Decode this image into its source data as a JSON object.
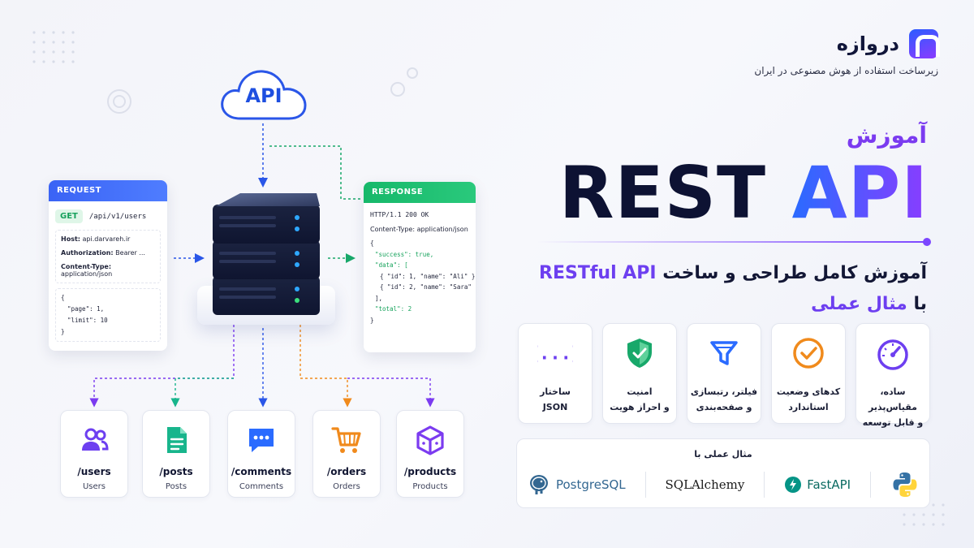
{
  "brand": {
    "name": "دروازه",
    "tagline": "زیرساخت استفاده از هوش مصنوعی در ایران"
  },
  "hero": {
    "kicker": "آموزش",
    "title_rest": "REST",
    "title_api": "API",
    "subtitle_part1": "آموزش کامل طراحی و ساخت ",
    "subtitle_accent1": "RESTful API",
    "subtitle_part2": "با ",
    "subtitle_accent2": "مثال عملی"
  },
  "features": [
    {
      "icon": "speedometer-icon",
      "label": "ساده، مقیاس‌پذیر\nو قابل توسعه",
      "color": "#6d3ff0"
    },
    {
      "icon": "check-circle-icon",
      "label": "کدهای وضعیت\nاستاندارد",
      "color": "#f08a1c"
    },
    {
      "icon": "filter-icon",
      "label": "فیلتر، رتبسازی\nو صفحه‌بندی",
      "color": "#2a6bff"
    },
    {
      "icon": "shield-check-icon",
      "label": "امنیت\nو احراز هویت",
      "color": "#18a86a"
    },
    {
      "icon": "json-braces-icon",
      "label": "ساختار\nJSON",
      "color": "#6d3ff0"
    }
  ],
  "tech": {
    "title": "مثال عملی با",
    "items": [
      {
        "icon": "python-logo-icon",
        "label": ""
      },
      {
        "icon": "fastapi-logo-icon",
        "label": "FastAPI"
      },
      {
        "icon": "sqlalchemy-logo-icon",
        "label": "SQLAlchemy"
      },
      {
        "icon": "postgresql-logo-icon",
        "label": "PostgreSQL"
      }
    ]
  },
  "cloud": {
    "label": "API"
  },
  "request": {
    "header": "REQUEST",
    "method": "GET",
    "path": "/api/v1/users",
    "host_key": "Host:",
    "host_val": "api.darvareh.ir",
    "auth_key": "Authorization:",
    "auth_val": "Bearer ...",
    "ctype_key": "Content-Type:",
    "ctype_val": "application/json",
    "body_open": "{",
    "body_line1": "\"page\": 1,",
    "body_line2": "\"limit\": 10",
    "body_close": "}"
  },
  "response": {
    "header": "RESPONSE",
    "status": "HTTP/1.1 200 OK",
    "ctype": "Content-Type: application/json",
    "l1": "{",
    "l2": "\"success\": true,",
    "l3": "\"data\": [",
    "l4": "{ \"id\": 1, \"name\": \"Ali\" },",
    "l5": "{ \"id\": 2, \"name\": \"Sara\" }",
    "l6": "],",
    "l7": "\"total\": 2",
    "l8": "}"
  },
  "endpoints": [
    {
      "icon": "users-icon",
      "path": "/users",
      "name": "Users",
      "color": "#6d3ff0"
    },
    {
      "icon": "document-icon",
      "path": "/posts",
      "name": "Posts",
      "color": "#18b58c"
    },
    {
      "icon": "chat-icon",
      "path": "/comments",
      "name": "Comments",
      "color": "#2a6bff"
    },
    {
      "icon": "cart-icon",
      "path": "/orders",
      "name": "Orders",
      "color": "#f08a1c"
    },
    {
      "icon": "box-icon",
      "path": "/products",
      "name": "Products",
      "color": "#7b3bf0"
    }
  ]
}
